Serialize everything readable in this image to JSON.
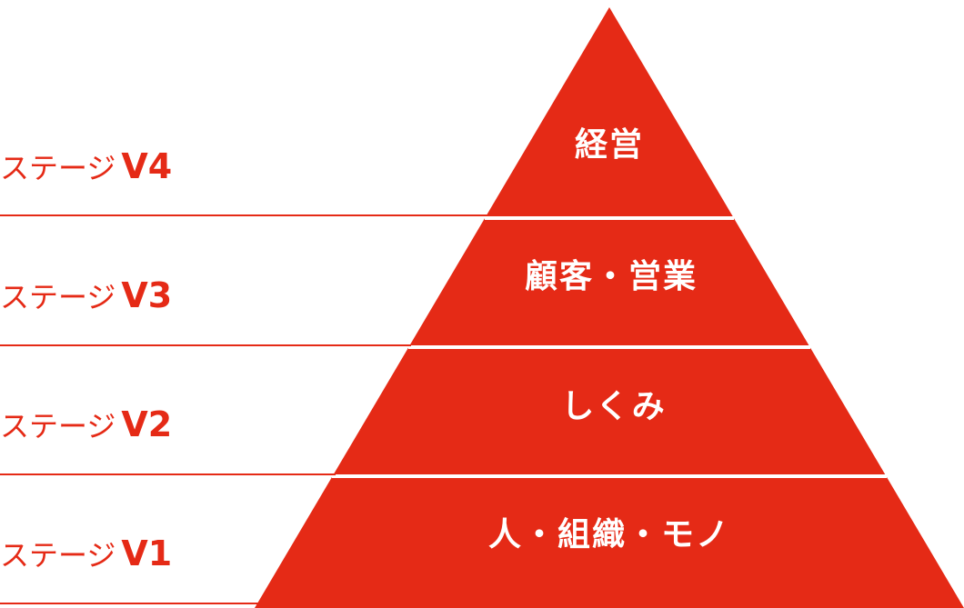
{
  "colors": {
    "accent": "#e52a16",
    "background": "#ffffff",
    "tier_text": "#ffffff",
    "divider": "#ffffff"
  },
  "tiers": [
    {
      "label": "経営"
    },
    {
      "label": "顧客・営業"
    },
    {
      "label": "しくみ"
    },
    {
      "label": "人・組織・モノ"
    }
  ],
  "stages": [
    {
      "prefix": "ステージ",
      "code": "V4"
    },
    {
      "prefix": "ステージ",
      "code": "V3"
    },
    {
      "prefix": "ステージ",
      "code": "V2"
    },
    {
      "prefix": "ステージ",
      "code": "V1"
    }
  ]
}
